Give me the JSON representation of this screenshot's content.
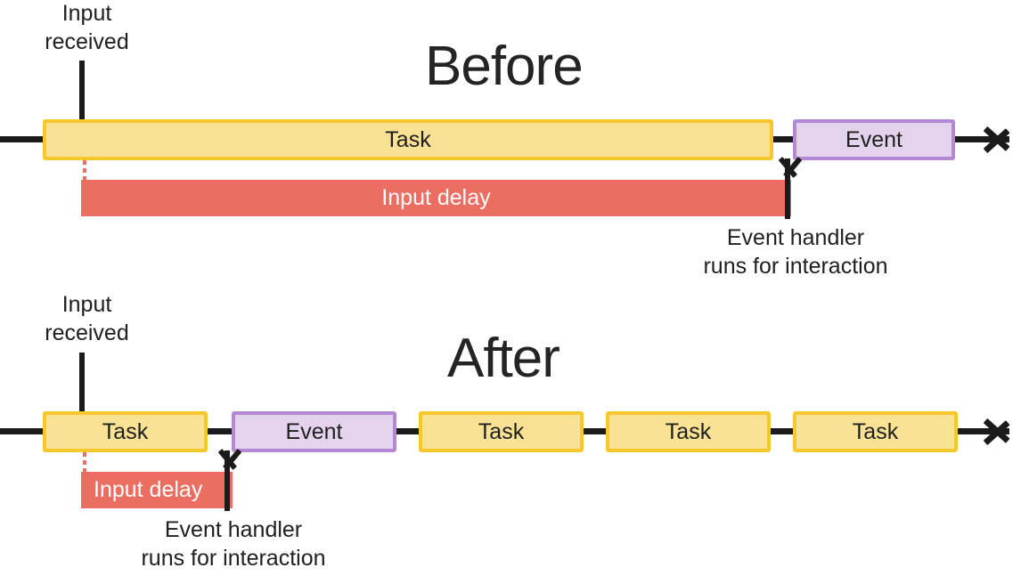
{
  "diagram": {
    "title_before": "Before",
    "title_after": "After",
    "labels": {
      "input_received": "Input\nreceived",
      "event_handler": "Event handler\nruns for interaction",
      "input_delay": "Input delay",
      "task": "Task",
      "event": "Event"
    },
    "colors": {
      "task_fill": "#fae294",
      "task_border": "#f7c72e",
      "event_fill": "#e3d3ec",
      "event_border": "#b488d5",
      "delay_fill": "#ec6e62",
      "line": "#1b1b1b",
      "text": "#202020",
      "background": "#ffffff"
    },
    "before": {
      "title": "Before",
      "blocks": [
        {
          "type": "task",
          "label": "Task"
        },
        {
          "type": "event",
          "label": "Event"
        }
      ],
      "delay_label": "Input delay",
      "input_received_label": "Input\nreceived",
      "event_handler_label": "Event handler\nruns for interaction"
    },
    "after": {
      "title": "After",
      "blocks": [
        {
          "type": "task",
          "label": "Task"
        },
        {
          "type": "event",
          "label": "Event"
        },
        {
          "type": "task",
          "label": "Task"
        },
        {
          "type": "task",
          "label": "Task"
        },
        {
          "type": "task",
          "label": "Task"
        }
      ],
      "delay_label": "Input delay",
      "input_received_label": "Input\nreceived",
      "event_handler_label": "Event handler\nruns for interaction"
    }
  }
}
